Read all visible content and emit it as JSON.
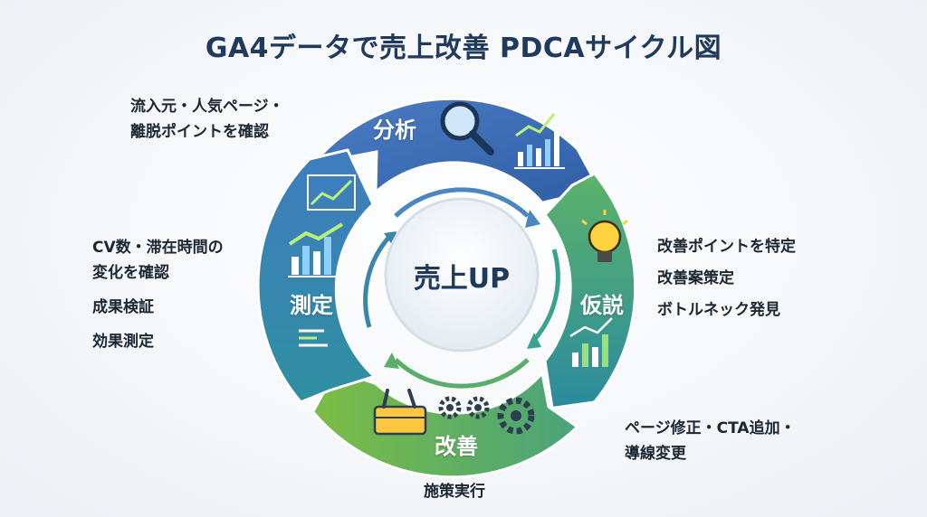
{
  "title": "GA4データで売上改善 PDCAサイクル図",
  "center": "売上UP",
  "stages": {
    "analysis": {
      "label": "分析",
      "notes": [
        "流入元・人気ページ・",
        "離脱ポイントを確認"
      ]
    },
    "hypothesis": {
      "label": "仮説",
      "notes": [
        "改善ポイントを特定",
        "改善案策定",
        "ボトルネック発見"
      ]
    },
    "improvement": {
      "label": "改善",
      "notes": [
        "施策実行"
      ],
      "extra_notes": [
        "ページ修正・CTA追加・",
        "導線変更"
      ]
    },
    "measurement": {
      "label": "測定",
      "notes": [
        "CV数・滞在時間の",
        "変化を確認",
        "成果検証",
        "効果測定"
      ]
    }
  },
  "colors": {
    "analysis": "#3f6fb7",
    "hypothesis": "#2e8f9c",
    "improvement": "#6cb04e",
    "measurement": "#3a86a8",
    "title": "#1f3a5c"
  },
  "icons": [
    "magnifier-icon",
    "lightbulb-icon",
    "toolbox-icon",
    "gear-icon",
    "line-chart-icon",
    "bar-chart-icon"
  ]
}
